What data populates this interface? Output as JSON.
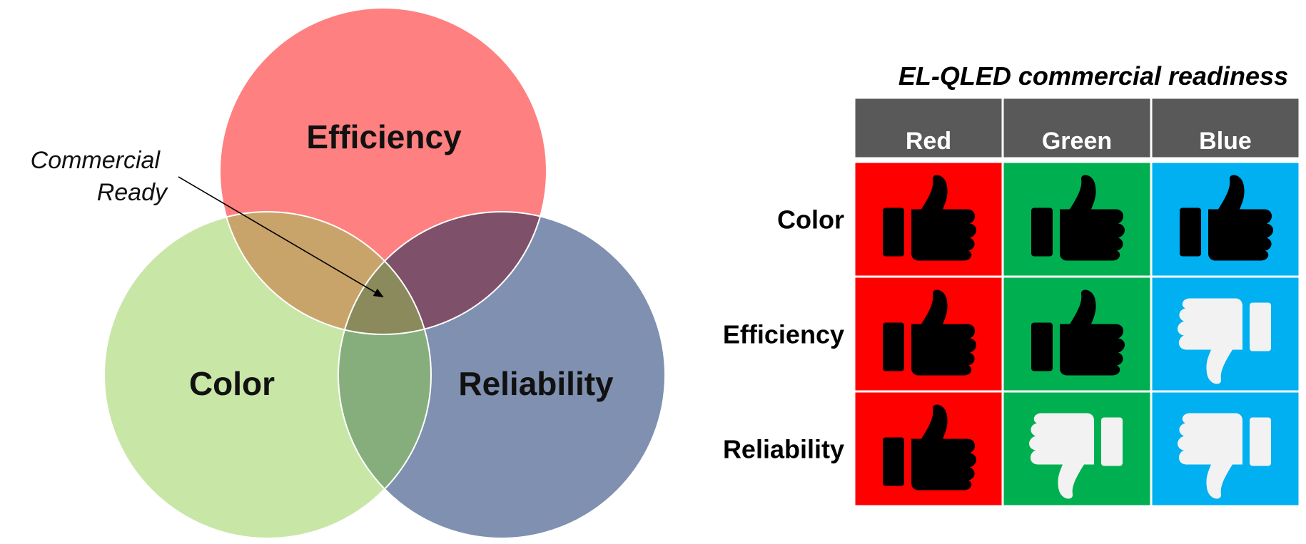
{
  "venn": {
    "efficiency_label": "Efficiency",
    "color_label": "Color",
    "reliability_label": "Reliability",
    "annotation_line1": "Commercial",
    "annotation_line2": "Ready",
    "colors": {
      "efficiency": "#FF8080",
      "color": "#C8E6A6",
      "reliability": "#7F90B0",
      "eff_color": "#C9A46A",
      "eff_rel": "#7E5069",
      "color_rel": "#86AE7C",
      "center": "#8A8A5C"
    }
  },
  "table": {
    "title": "EL-QLED commercial readiness",
    "columns": [
      {
        "label": "Red",
        "color": "#FF0000"
      },
      {
        "label": "Green",
        "color": "#00B050"
      },
      {
        "label": "Blue",
        "color": "#00B0F0"
      }
    ],
    "header_color": "#595959",
    "rows": [
      {
        "label": "Color",
        "ratings": [
          "up",
          "up",
          "up"
        ]
      },
      {
        "label": "Efficiency",
        "ratings": [
          "up",
          "up",
          "down"
        ]
      },
      {
        "label": "Reliability",
        "ratings": [
          "up",
          "down",
          "down"
        ]
      }
    ],
    "icon_up_color": "#000000",
    "icon_down_color": "#F2F2F2"
  }
}
